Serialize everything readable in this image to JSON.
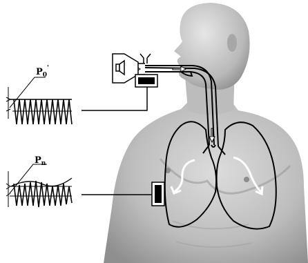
{
  "labels": {
    "p0": {
      "main": "P",
      "sub": "0",
      "sup": "'"
    },
    "pn": {
      "main": "P",
      "sub": "n"
    }
  },
  "colors": {
    "background": "#ffffff",
    "ink": "#000000",
    "skin_light": "#d9d9d9",
    "skin_mid": "#b3b3b3",
    "skin_dark": "#8a8a8a",
    "arrow_fill": "#ffffff"
  },
  "icons": {
    "speaker": "speaker-icon",
    "mouth_sensor": "sensor-block-icon",
    "chest_sensor": "sensor-block-icon"
  }
}
